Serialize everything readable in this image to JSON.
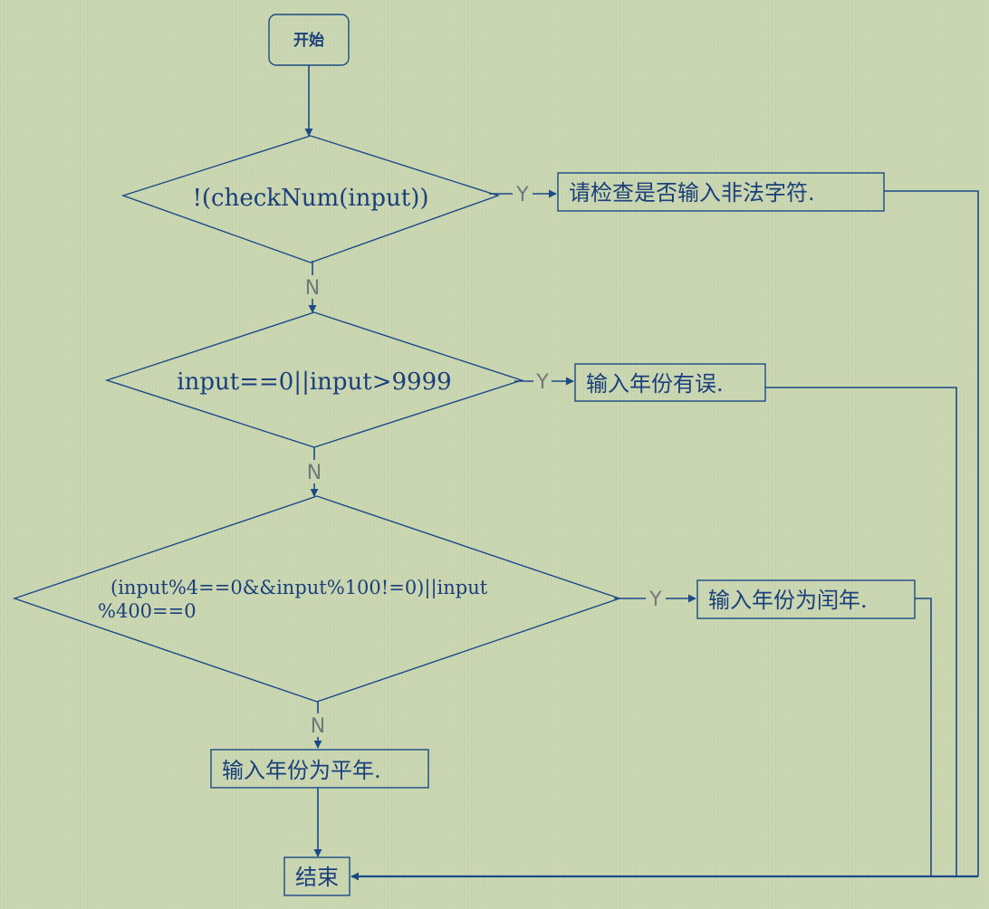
{
  "nodes": {
    "start": "开始",
    "cond1": "!(checkNum(input))",
    "cond2": "input==0||input>9999",
    "cond3_line1": "(input%4==0&&input%100!=0)||input",
    "cond3_line2": "%400==0",
    "msg_invalid_char": "请检查是否输入非法字符.",
    "msg_year_error": "输入年份有误.",
    "msg_leap": "输入年份为闰年.",
    "msg_common": "输入年份为平年.",
    "end": "结束"
  },
  "labels": {
    "yes": "Y",
    "no": "N"
  },
  "colors": {
    "background": "#c9d6b0",
    "line": "#1b4a86",
    "text": "#1b3f7a",
    "branch_label": "#6f7a7a"
  }
}
